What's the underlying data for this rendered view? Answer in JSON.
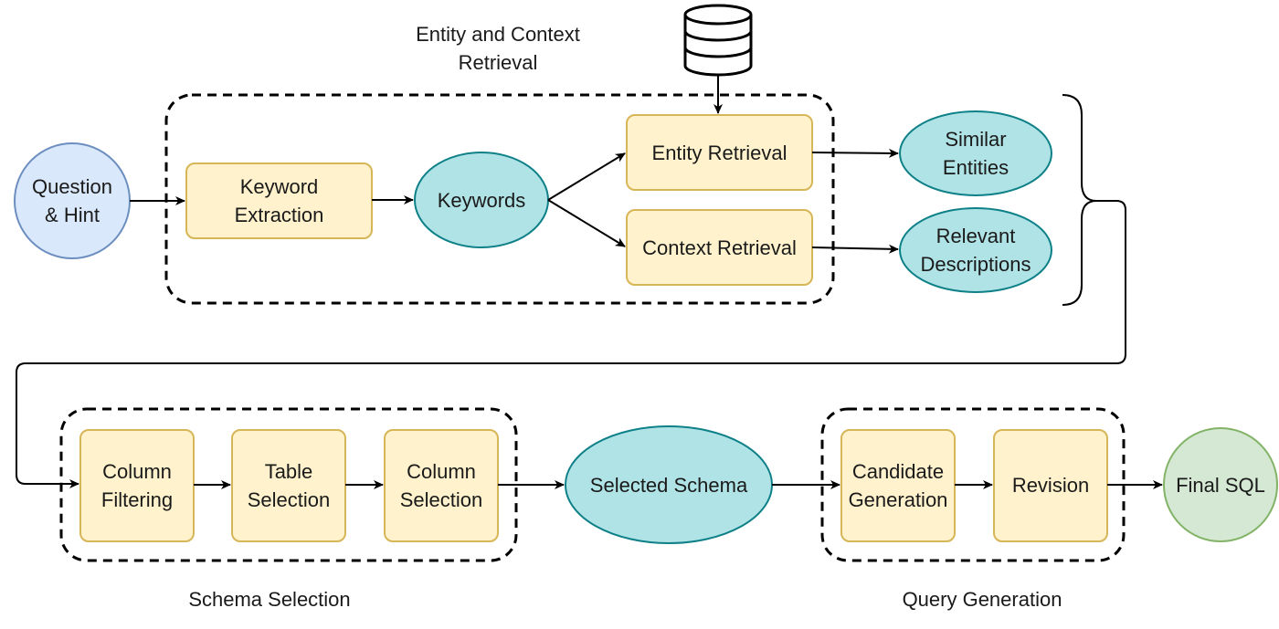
{
  "colors": {
    "stroke": "#000000",
    "process_fill": "#fff2cc",
    "process_stroke": "#d6b656",
    "data_fill": "#b0e3e6",
    "data_stroke": "#0e8088",
    "input_fill": "#dae8fc",
    "input_stroke": "#6c8ebf",
    "output_fill": "#d5e8d4",
    "output_stroke": "#82b366"
  },
  "groups": {
    "entity_context": "Entity and Context\nRetrieval",
    "schema_selection": "Schema Selection",
    "query_generation": "Query Generation"
  },
  "nodes": {
    "question_hint": "Question\n& Hint",
    "keyword_extraction": "Keyword\nExtraction",
    "keywords": "Keywords",
    "entity_retrieval": "Entity Retrieval",
    "context_retrieval": "Context Retrieval",
    "similar_entities": "Similar\nEntities",
    "relevant_descriptions": "Relevant\nDescriptions",
    "column_filtering": "Column\nFiltering",
    "table_selection": "Table\nSelection",
    "column_selection": "Column\nSelection",
    "selected_schema": "Selected Schema",
    "candidate_generation": "Candidate\nGeneration",
    "revision": "Revision",
    "final_sql": "Final SQL"
  },
  "icons": {
    "database": "database-icon"
  }
}
